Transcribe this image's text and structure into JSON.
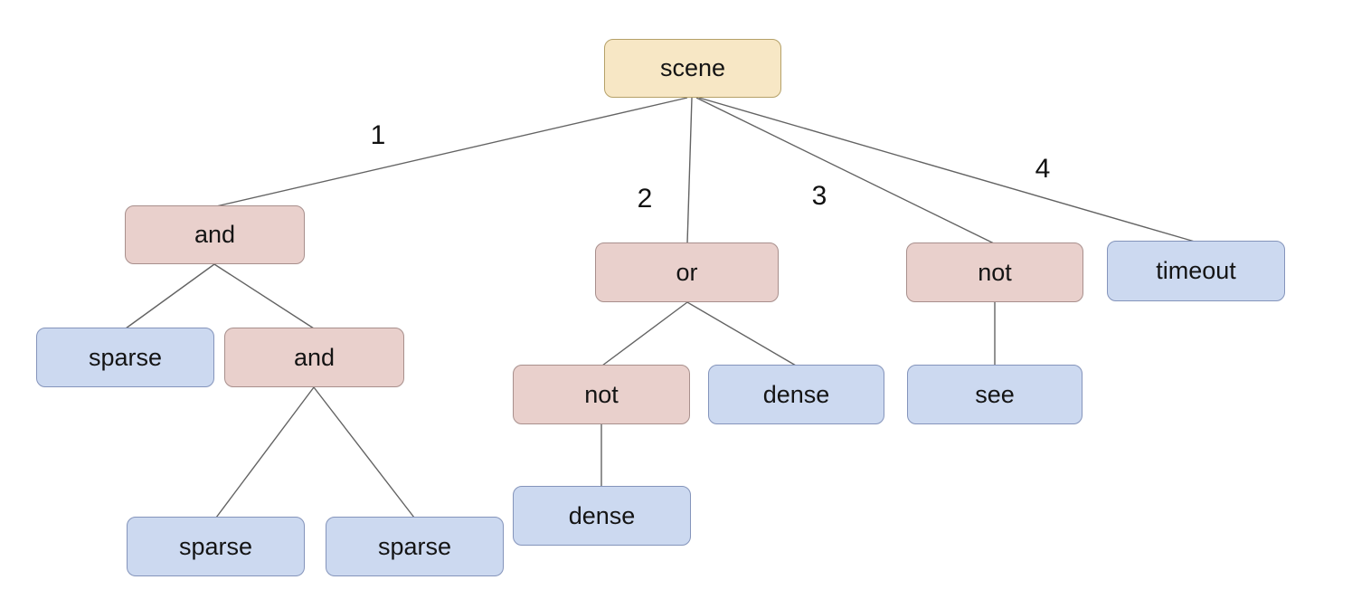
{
  "diagram": {
    "type": "tree",
    "description": "Behavior-tree style diagram rooted at scene with numbered branches"
  },
  "colors": {
    "root_fill": "#f7e7c5",
    "root_border": "#b5a169",
    "operator_fill": "#e9d0cc",
    "operator_border": "#a88f8c",
    "leaf_fill": "#ccd9f0",
    "leaf_border": "#8494bb",
    "edge_line": "#636363",
    "text": "#141414"
  },
  "nodes": {
    "scene": {
      "label": "scene",
      "type": "root"
    },
    "and1": {
      "label": "and",
      "type": "operator"
    },
    "or1": {
      "label": "or",
      "type": "operator"
    },
    "not_b3": {
      "label": "not",
      "type": "operator"
    },
    "timeout": {
      "label": "timeout",
      "type": "leaf"
    },
    "sparse1": {
      "label": "sparse",
      "type": "leaf"
    },
    "and2": {
      "label": "and",
      "type": "operator"
    },
    "not_b2": {
      "label": "not",
      "type": "operator"
    },
    "dense1": {
      "label": "dense",
      "type": "leaf"
    },
    "see": {
      "label": "see",
      "type": "leaf"
    },
    "sparse2": {
      "label": "sparse",
      "type": "leaf"
    },
    "sparse3": {
      "label": "sparse",
      "type": "leaf"
    },
    "dense2": {
      "label": "dense",
      "type": "leaf"
    }
  },
  "edges": {
    "labels": {
      "branch1": "1",
      "branch2": "2",
      "branch3": "3",
      "branch4": "4"
    }
  },
  "tree": {
    "label": "scene",
    "children": [
      {
        "branch": "1",
        "label": "and",
        "children": [
          {
            "label": "sparse"
          },
          {
            "label": "and",
            "children": [
              {
                "label": "sparse"
              },
              {
                "label": "sparse"
              }
            ]
          }
        ]
      },
      {
        "branch": "2",
        "label": "or",
        "children": [
          {
            "label": "not",
            "children": [
              {
                "label": "dense"
              }
            ]
          },
          {
            "label": "dense"
          }
        ]
      },
      {
        "branch": "3",
        "label": "not",
        "children": [
          {
            "label": "see"
          }
        ]
      },
      {
        "branch": "4",
        "label": "timeout"
      }
    ]
  }
}
